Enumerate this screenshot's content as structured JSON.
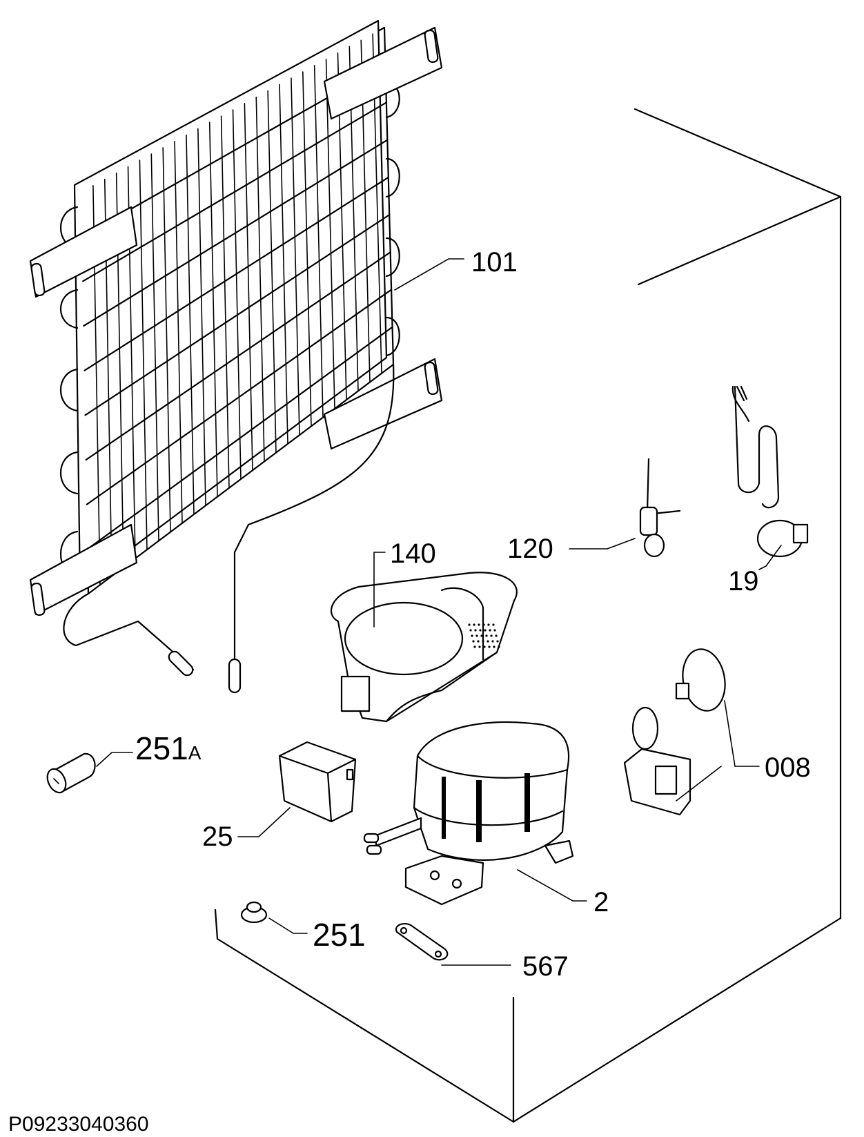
{
  "labels": {
    "p101": "101",
    "p140": "140",
    "p120": "120",
    "p19": "19",
    "p008": "008",
    "p251a_num": "251",
    "p251a_suffix": "A",
    "p25": "25",
    "p2": "2",
    "p251": "251",
    "p567": "567"
  },
  "drawing_code": "P09233040360"
}
